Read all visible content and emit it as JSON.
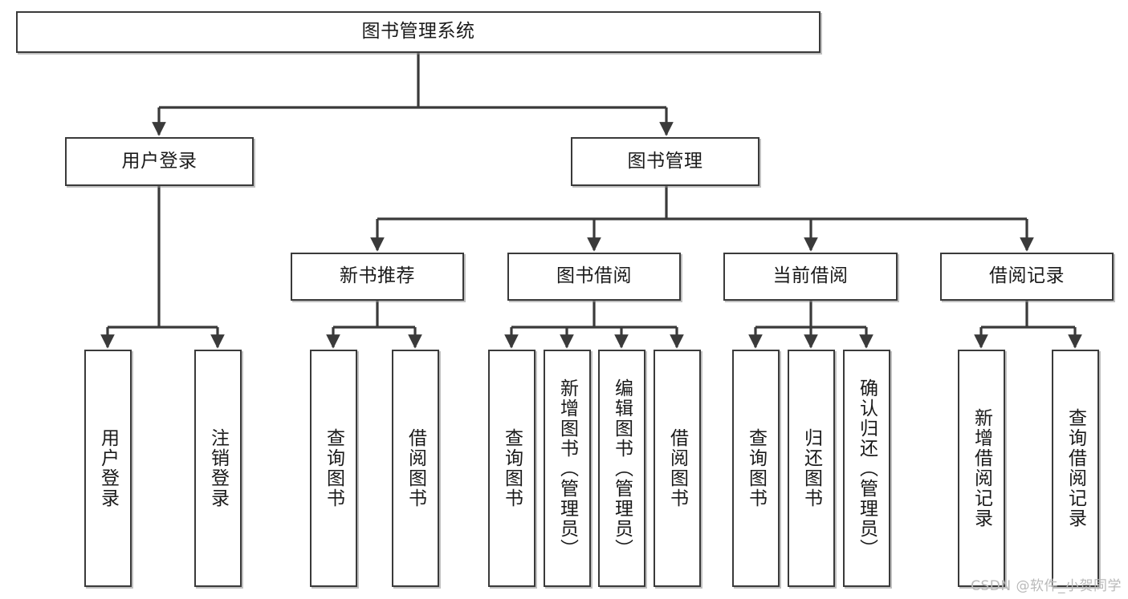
{
  "diagram": {
    "title": "图书管理系统",
    "type": "tree",
    "colors": {
      "stroke": "#3a3a3a",
      "fill": "#ffffff",
      "shadow": "#8c8c8c",
      "text": "#1a1a1a",
      "watermark": "#b9b9b9"
    },
    "watermark": "CSDN @软件_小贺同学",
    "root": {
      "label": "图书管理系统"
    },
    "level1": [
      {
        "label": "用户登录"
      },
      {
        "label": "图书管理"
      }
    ],
    "level2": [
      {
        "label": "新书推荐"
      },
      {
        "label": "图书借阅"
      },
      {
        "label": "当前借阅"
      },
      {
        "label": "借阅记录"
      }
    ],
    "leaves": [
      {
        "label": "用户登录",
        "parent": "用户登录"
      },
      {
        "label": "注销登录",
        "parent": "用户登录"
      },
      {
        "label": "查询图书",
        "parent": "新书推荐"
      },
      {
        "label": "借阅图书",
        "parent": "新书推荐"
      },
      {
        "label": "查询图书",
        "parent": "图书借阅"
      },
      {
        "label": "新增图书（管理员）",
        "parent": "图书借阅"
      },
      {
        "label": "编辑图书（管理员）",
        "parent": "图书借阅"
      },
      {
        "label": "借阅图书",
        "parent": "图书借阅"
      },
      {
        "label": "查询图书",
        "parent": "当前借阅"
      },
      {
        "label": "归还图书",
        "parent": "当前借阅"
      },
      {
        "label": "确认归还（管理员）",
        "parent": "当前借阅"
      },
      {
        "label": "新增借阅记录",
        "parent": "借阅记录"
      },
      {
        "label": "查询借阅记录",
        "parent": "借阅记录"
      }
    ]
  }
}
